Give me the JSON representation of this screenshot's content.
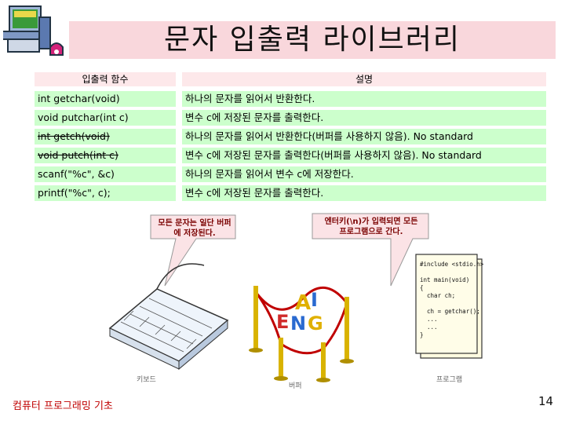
{
  "slide": {
    "title": "문자 입출력 라이브러리",
    "page_number": "14",
    "footer": "컴퓨터 프로그래밍 기초"
  },
  "table": {
    "headers": [
      "입출력 함수",
      "설명"
    ],
    "rows": [
      {
        "func": "int getchar(void)",
        "desc": "하나의 문자를 읽어서 반환한다.",
        "struck": false
      },
      {
        "func": "void putchar(int c)",
        "desc": "변수 c에 저장된 문자를 출력한다.",
        "struck": false
      },
      {
        "func": "int getch(void)",
        "desc": "하나의 문자를 읽어서 반환한다(버퍼를 사용하지 않음). No standard",
        "struck": true
      },
      {
        "func": "void putch(int c)",
        "desc": "변수 c에 저장된 문자를 출력한다(버퍼를 사용하지 않음). No standard",
        "struck": true
      },
      {
        "func": "scanf(\"%c\", &c)",
        "desc": "하나의 문자를 읽어서 변수 c에 저장한다.",
        "struck": false
      },
      {
        "func": "printf(\"%c\", c);",
        "desc": "변수 c에 저장된 문자를 출력한다.",
        "struck": false
      }
    ]
  },
  "illustration": {
    "bubble_left": "모든 문자는 일단 버퍼\n에 저장된다.",
    "bubble_right": "엔터키(\\n)가 입력되면 모든\n프로그램으로 간다.",
    "caption_keyboard": "키보드",
    "caption_buffer": "버퍼",
    "caption_program": "프로그램",
    "buffer_letters": [
      "A",
      "I",
      "E",
      "N",
      "G"
    ],
    "code_lines": [
      "#include <stdio.h>",
      "",
      "int main(void)",
      "{",
      "  char ch;",
      "",
      "  ch = getchar();",
      "  ...",
      "  ...",
      "}"
    ]
  },
  "colors": {
    "title_band": "#f9d7dc",
    "table_header": "#fde8ea",
    "table_cell": "#ccffcc",
    "footer_text": "#c00000",
    "bubble_fill": "#fbe3e6",
    "rope": "#c00000",
    "post": "#d9b300"
  }
}
